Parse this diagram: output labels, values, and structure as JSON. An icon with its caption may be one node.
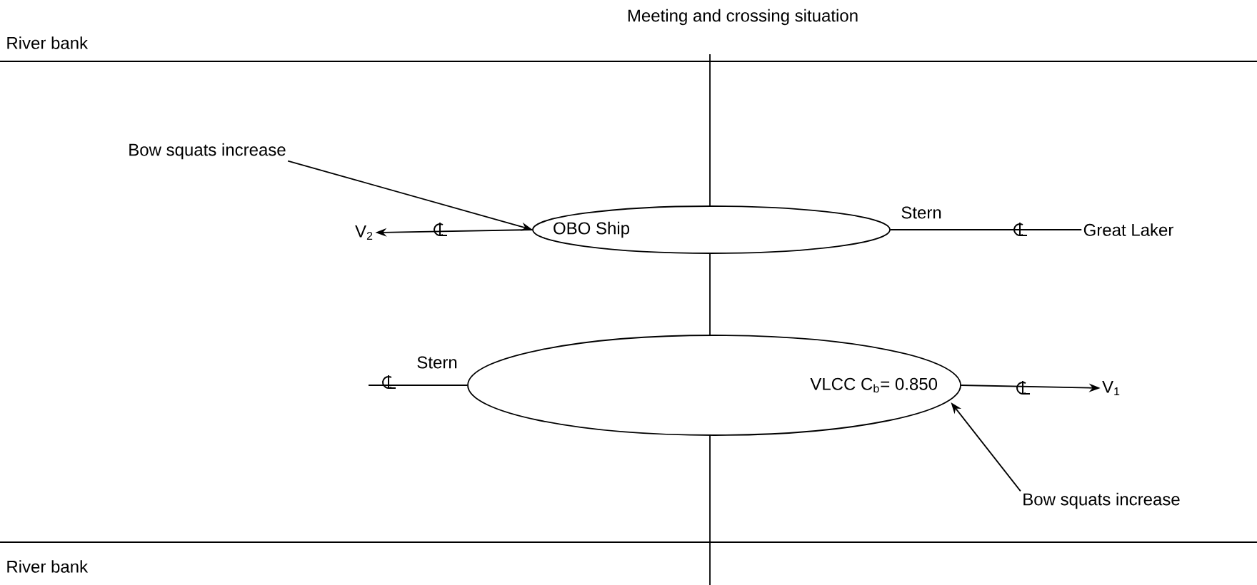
{
  "diagram": {
    "title": "Meeting and crossing situation",
    "nodes": [
      {
        "text": [
          "OBO Ship"
        ],
        "beside": [
          "Stern"
        ]
      },
      {
        "text": [
          "VLCC C$_{b}$= 0.850"
        ],
        "beside": [
          "Stern"
        ]
      },
      {
        "text": [
          "Bow squats increase"
        ]
      },
      {
        "text": [
          "Bow squats increase"
        ]
      },
      {
        "text": [
          "V$_{2}$"
        ]
      },
      {
        "text": [
          "Great Laker"
        ]
      },
      {
        "text": [
          "V$_{1}$"
        ]
      }
    ],
    "edges": [
      {
        "from": 2,
        "to": 0,
        "arrow": "to"
      },
      {
        "from": 3,
        "to": 1,
        "arrow": "to"
      },
      {
        "from": 0,
        "to": 4,
        "arrow": "to"
      },
      {
        "from": 5,
        "to": 0,
        "arrow": "none"
      },
      {
        "from": null,
        "to": 1,
        "arrow": "none"
      },
      {
        "from": 1,
        "to": 6,
        "arrow": "to"
      }
    ],
    "labels": [
      "River bank",
      "River bank"
    ]
  }
}
